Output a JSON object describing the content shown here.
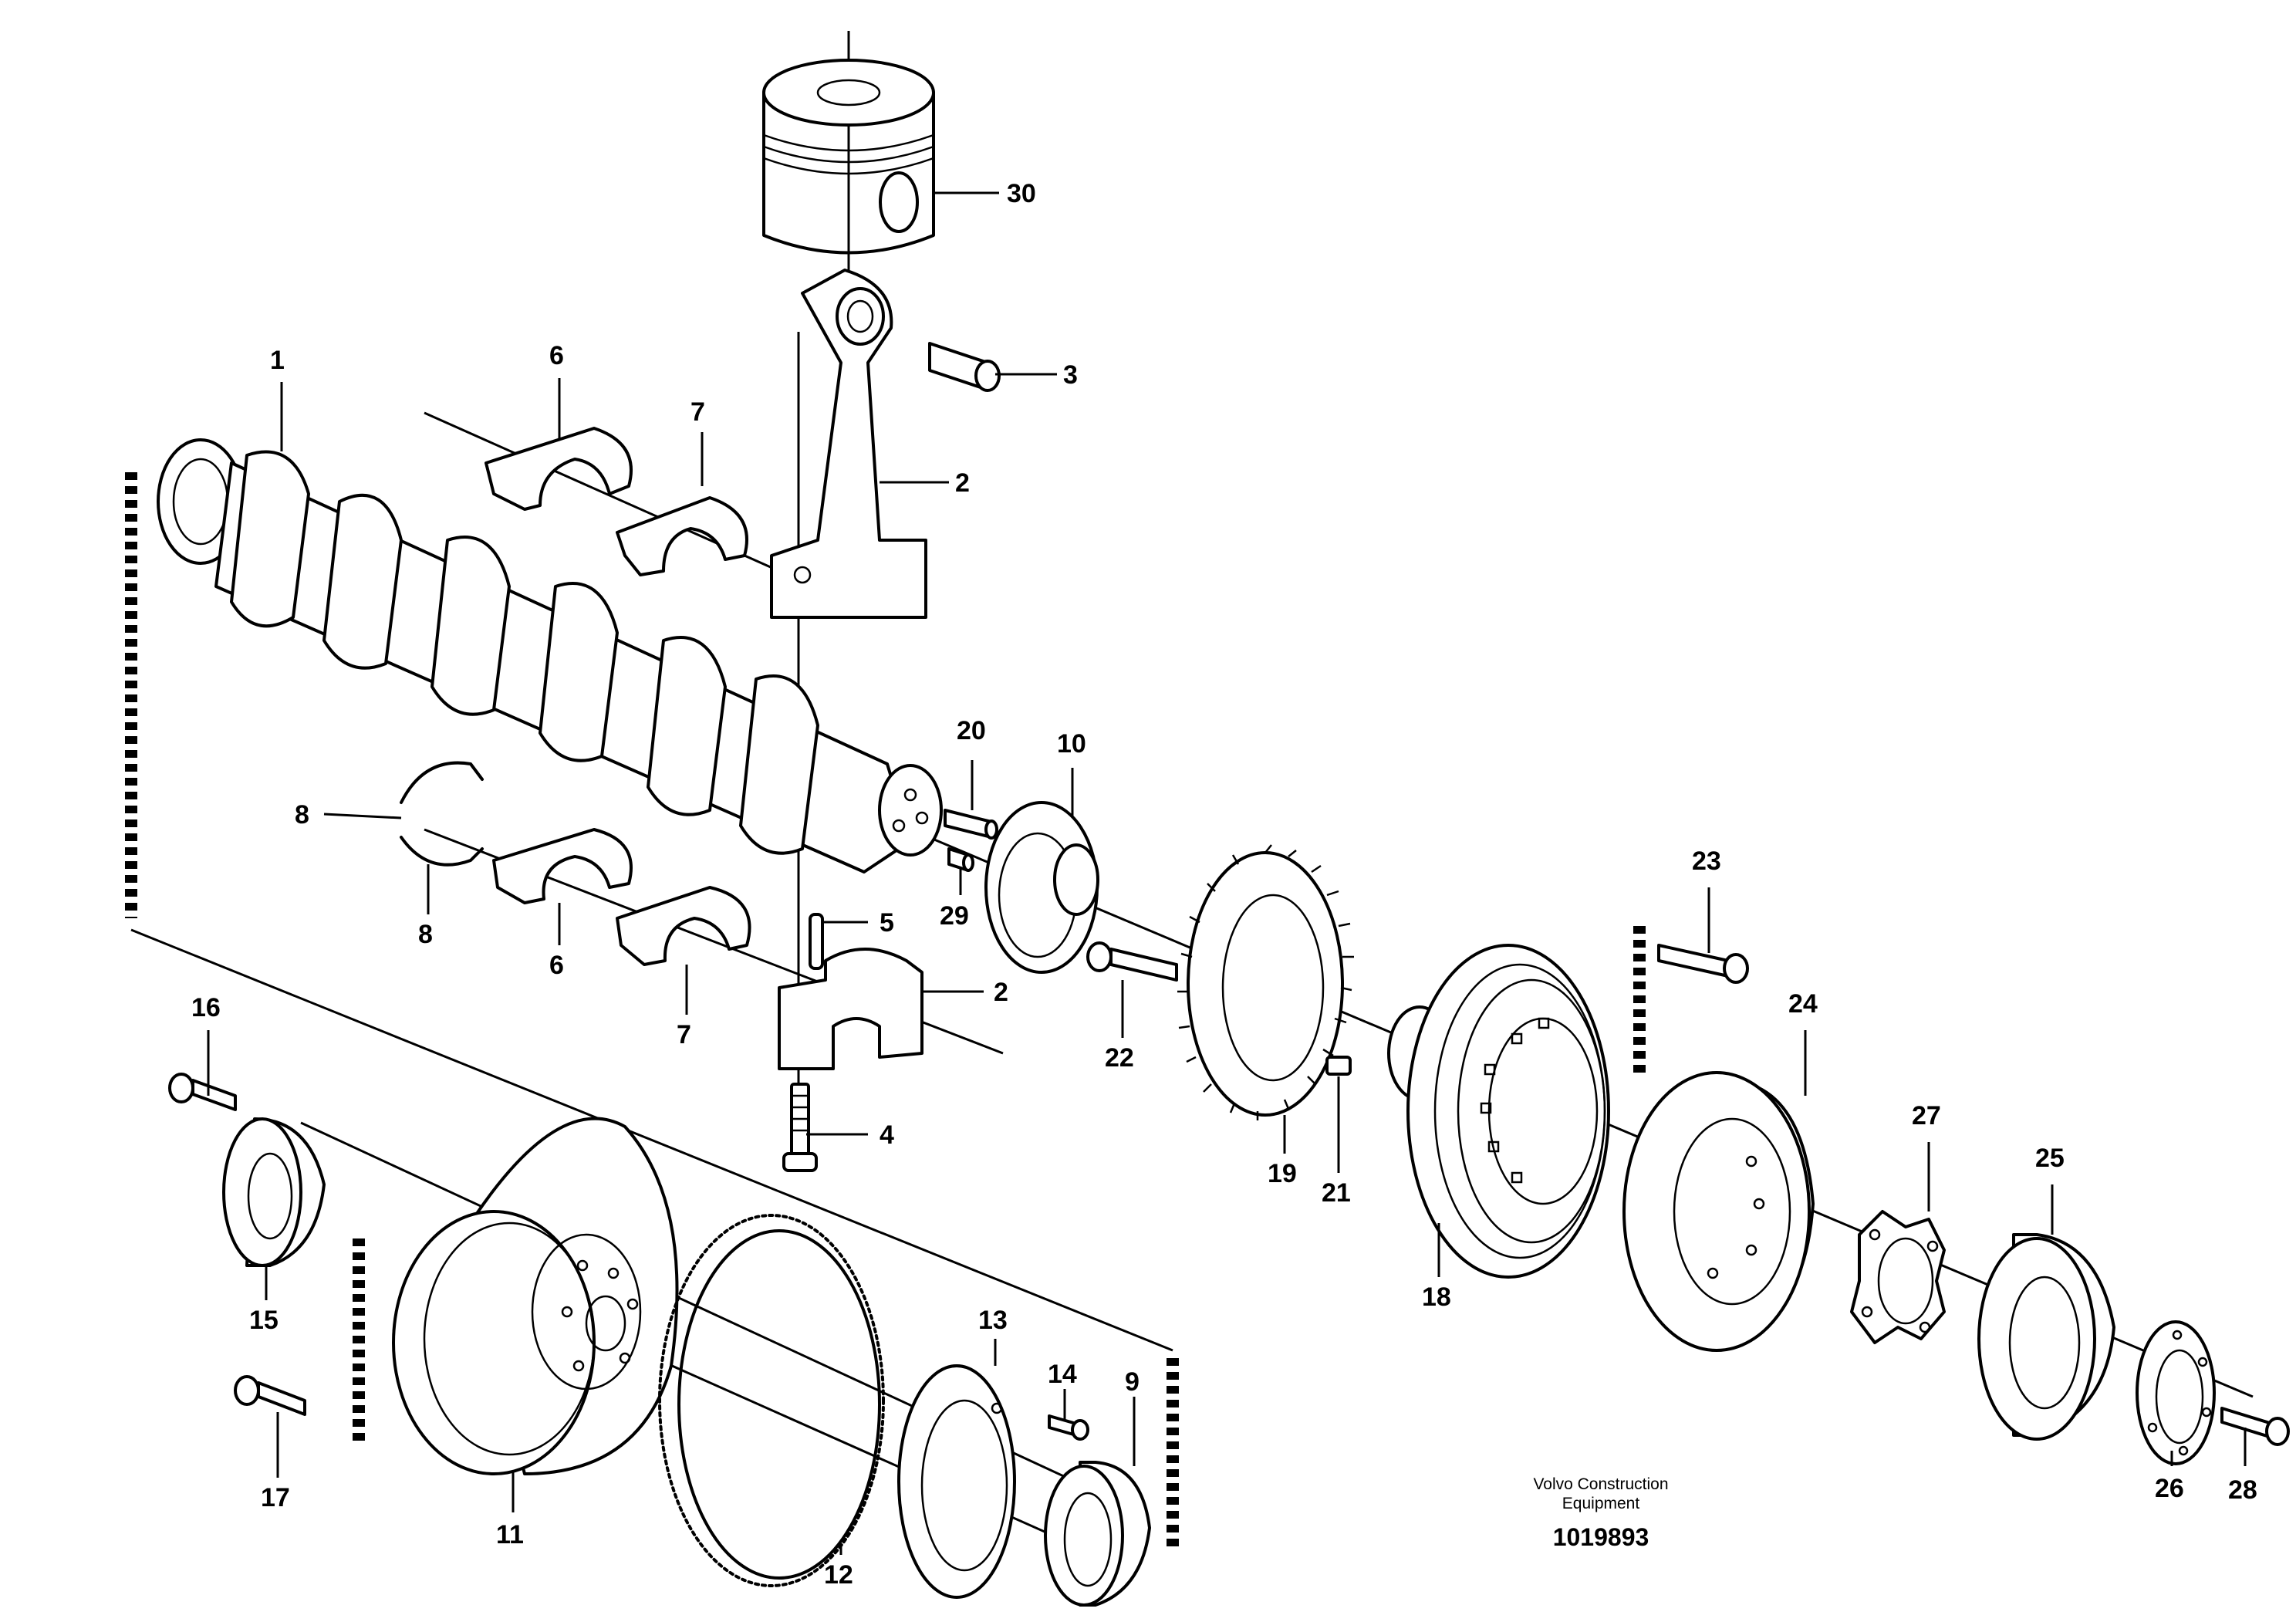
{
  "callouts": {
    "c1": "1",
    "c2a": "2",
    "c2b": "2",
    "c3": "3",
    "c4": "4",
    "c5": "5",
    "c6a": "6",
    "c6b": "6",
    "c7a": "7",
    "c7b": "7",
    "c8a": "8",
    "c8b": "8",
    "c9": "9",
    "c10": "10",
    "c11": "11",
    "c12": "12",
    "c13": "13",
    "c14": "14",
    "c15": "15",
    "c16": "16",
    "c17": "17",
    "c18": "18",
    "c19": "19",
    "c20": "20",
    "c21": "21",
    "c22": "22",
    "c23": "23",
    "c24": "24",
    "c25": "25",
    "c26": "26",
    "c27": "27",
    "c28": "28",
    "c29": "29",
    "c30": "30"
  },
  "caption": {
    "line1": "Volvo Construction",
    "line2": "Equipment",
    "doc_number": "1019893"
  }
}
